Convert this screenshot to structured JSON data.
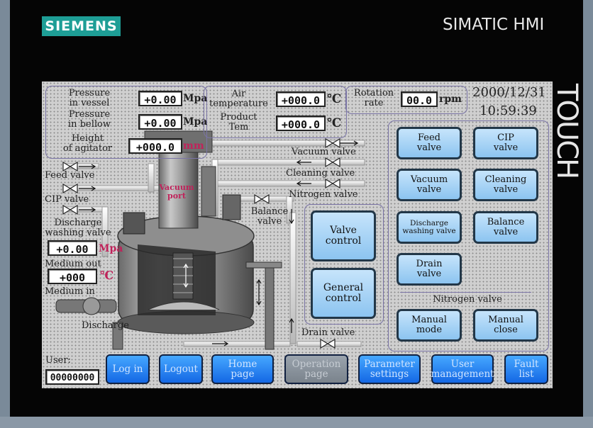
{
  "brand": {
    "logo": "SIEMENS",
    "title": "SIMATIC HMI",
    "side_label": "TOUCH"
  },
  "datetime": {
    "date": "2000/12/31",
    "time": "10:59:39"
  },
  "readouts": {
    "pressure_vessel": {
      "label": "Pressure\nin vessel",
      "value": "+0.00",
      "unit": "Mpa"
    },
    "pressure_bellow": {
      "label": "Pressure\nin bellow",
      "value": "+0.00",
      "unit": "Mpa"
    },
    "agitator_height": {
      "label": "Height\nof agitator",
      "value": "+000.0",
      "unit": "mm"
    },
    "air_temperature": {
      "label": "Air\ntemperature",
      "value": "+000.0",
      "unit": "℃"
    },
    "product_temp": {
      "label": "Product\nTem",
      "value": "+000.0",
      "unit": "℃"
    },
    "rotation_rate": {
      "label": "Rotation\nrate",
      "value": "00.0",
      "unit": "rpm"
    },
    "medium_out": {
      "label": "Medium out",
      "value": "+0.00",
      "unit": "Mpa"
    },
    "medium_in": {
      "label": "Medium in",
      "value": "+000",
      "unit": "℃"
    }
  },
  "diagram_labels": {
    "vacuum_valve": "Vacuum valve",
    "cleaning_valve": "Cleaning valve",
    "nitrogen_valve": "Nitrogen valve",
    "feed_valve": "Feed valve",
    "cip_valve": "CIP valve",
    "balance_valve": "Balance\nvalve",
    "discharge_washing_valve": "Discharge\nwashing valve",
    "vacuum_port": "Vacuum\nport",
    "drain_valve": "Drain valve",
    "discharge": "Discharge"
  },
  "center_buttons": {
    "valve_control": "Valve\ncontrol",
    "general_control": "General\ncontrol"
  },
  "valve_buttons": {
    "feed": "Feed\nvalve",
    "cip": "CIP\nvalve",
    "vacuum": "Vacuum\nvalve",
    "cleaning": "Cleaning\nvalve",
    "discharge_washing": "Discharge\nwashing valve",
    "balance": "Balance\nvalve",
    "drain": "Drain\nvalve",
    "nitrogen_section": "Nitrogen valve",
    "manual_mode": "Manual\nmode",
    "manual_close": "Manual\nclose"
  },
  "user": {
    "label": "User:",
    "value": "00000000"
  },
  "nav": {
    "login": "Log in",
    "logout": "Logout",
    "home": "Home\npage",
    "operation": "Operation\npage",
    "parameters": "Parameter\nsettings",
    "user_mgmt": "User\nmanagement",
    "fault": "Fault\nlist"
  },
  "colors": {
    "accent_blue": "#1467e4",
    "button_light": "#8cc4f0",
    "unit_red": "#c0225a",
    "logo_teal": "#1e9e96"
  }
}
